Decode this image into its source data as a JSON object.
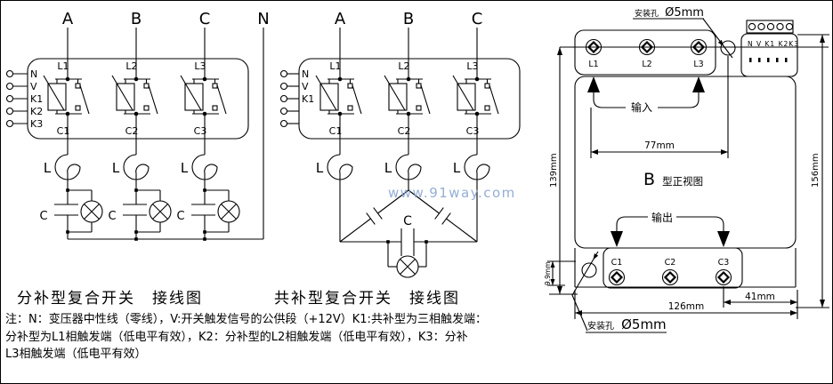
{
  "watermark": "www.91way.com",
  "left": {
    "title": "分补型复合开关　接线图",
    "phases": [
      "A",
      "B",
      "C",
      "N"
    ],
    "pins": [
      "N",
      "V",
      "K1",
      "K2",
      "K3"
    ],
    "inputs": [
      "L1",
      "L2",
      "L3"
    ],
    "outputs": [
      "C1",
      "C2",
      "C3"
    ],
    "coil": "L",
    "cap": "C"
  },
  "mid": {
    "title": "共补型复合开关　接线图",
    "phases": [
      "A",
      "B",
      "C"
    ],
    "pins": [
      "N",
      "V",
      "K1"
    ],
    "inputs": [
      "L1",
      "L2",
      "L3"
    ],
    "outputs": [
      "C1",
      "C2",
      "C3"
    ],
    "coil": "L",
    "cap": "C"
  },
  "right": {
    "hole_top_prefix": "安装孔",
    "hole_top_size": "Ø5mm",
    "hole_bottom_prefix": "安装孔",
    "hole_bottom_size": "Ø5mm",
    "signal_row": "N V K1 K2K3",
    "inputs": [
      "L1",
      "L2",
      "L3"
    ],
    "outputs": [
      "C1",
      "C2",
      "C3"
    ],
    "input_label": "输入",
    "output_label": "输出",
    "view_letter": "B",
    "view_text": "型正视图",
    "dim_top": "77mm",
    "dim_left": "139mm",
    "dim_right": "156mm",
    "dim_bottom": "126mm",
    "dim_bottom_right": "41mm",
    "dim_hole": "9.9mm"
  },
  "notes": {
    "line1": "注：N：变压器中性线（零线），V:开关触发信号的公供段（+12V）K1:共补型为三相触发端：",
    "line2": "分补型为L1相触发端（低电平有效），K2：分补型的L2相触发端（低电平有效），K3：分补",
    "line3": "L3相触发端（低电平有效）"
  }
}
